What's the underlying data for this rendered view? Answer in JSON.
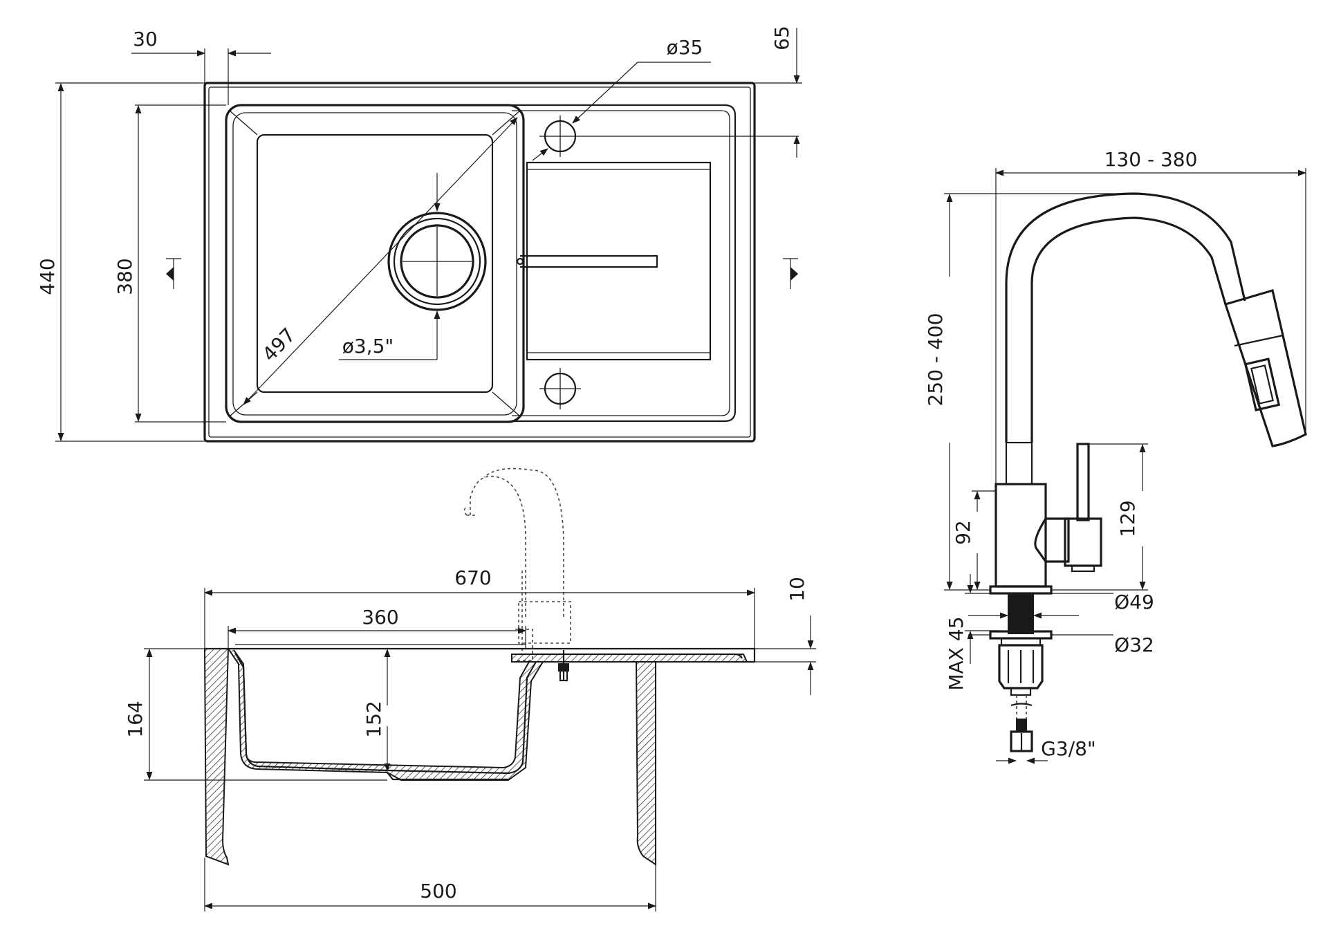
{
  "diagram": {
    "top_view": {
      "dims": {
        "width_flange": "30",
        "edge_offset": "65",
        "tap_hole": "ø35",
        "total_depth": "440",
        "bowl_depth": "380",
        "diagonal": "497",
        "drain": "ø3,5\""
      }
    },
    "section_view": {
      "dims": {
        "total_width": "670",
        "bowl_width": "360",
        "rim_thickness": "10",
        "total_height": "164",
        "bowl_height": "152",
        "cabinet_width": "500"
      }
    },
    "faucet": {
      "dims": {
        "reach": "130 - 380",
        "height": "250 - 400",
        "body_height": "92",
        "lever_height": "129",
        "base_diameter": "Ø49",
        "shank_diameter": "Ø32",
        "max_counter": "MAX 45",
        "connector": "G3/8\""
      }
    }
  }
}
